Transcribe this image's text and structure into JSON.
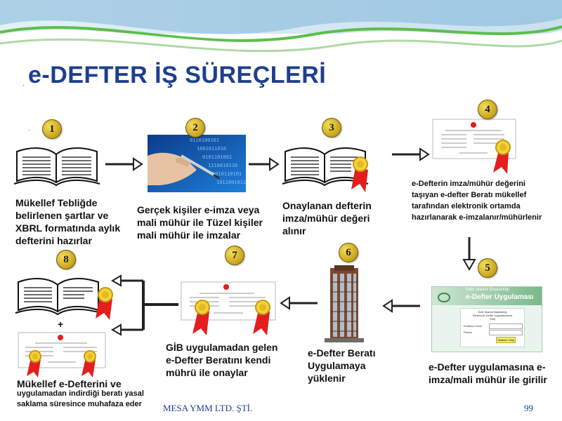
{
  "title": "e-DEFTER İŞ SÜREÇLERİ",
  "title_prefix": ".",
  "bullet": ".",
  "steps": [
    {
      "number": "1",
      "text": "Mükellef Tebliğde belirlenen şartlar ve XBRL formatında aylık defterini hazırlar"
    },
    {
      "number": "2",
      "text": "Gerçek kişiler e-imza veya mali mühür ile Tüzel kişiler mali mühür ile imzalar"
    },
    {
      "number": "3",
      "text": "Onaylanan defterin imza/mühür değeri alınır"
    },
    {
      "number": "4",
      "text": "e-Defterin imza/mühür değerini taşıyan e-defter Beratı mükellef tarafından elektronik ortamda hazırlanarak e-imzalanır/mühürlenir"
    },
    {
      "number": "5",
      "text": "e-Defter uygulamasına e-imza/mali mühür ile girilir"
    },
    {
      "number": "6",
      "text": "e-Defter Beratı Uygulamaya yüklenir"
    },
    {
      "number": "7",
      "text": "GİB uygulamadan gelen e-Defter Beratını kendi mührü ile onaylar"
    },
    {
      "number": "8",
      "text_bold": "Mükellef e-Defterini ve",
      "text_small": "uygulamadan indirdiği beratı yasal saklama süresince muhafaza eder"
    }
  ],
  "plus": "+",
  "app_screen": {
    "brand": "Gelir İdaresi Başkanlığı",
    "title": "e-Defter Uygulaması",
    "heading1": "Gelir İdaresi Başkanlığı",
    "heading2": "Elektronik Defter Uygulamasına",
    "heading3": "Giriş",
    "field1": "Kullanıcı Kodu",
    "field2": "Parola",
    "button": "Sisteme Giriş"
  },
  "footer": {
    "company": "MESA YMM LTD. ŞTİ.",
    "page": "99"
  },
  "colors": {
    "title": "#1f3f8c",
    "badge": "#d4af22",
    "seal_red": "#e41e1e",
    "wave": "#4caf50"
  }
}
